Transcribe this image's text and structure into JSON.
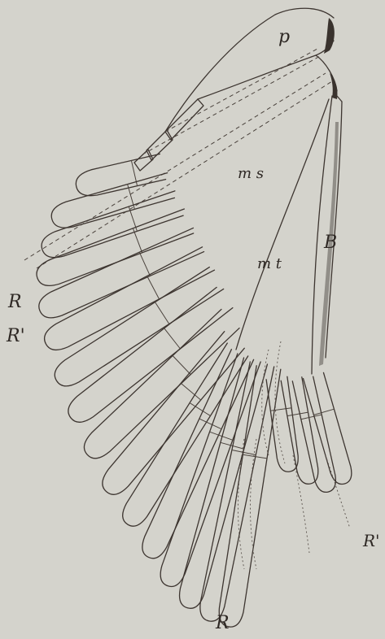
{
  "labels": {
    "p": "p",
    "ms": "m s",
    "B": "B",
    "mt": "m t",
    "R_left": "R",
    "R_prime_left": "R'",
    "R_prime_right": "R'",
    "R_bottom": "R"
  },
  "colors": {
    "background": "#d4d3cc",
    "ink": "#3d3530",
    "bone_shade": "#5a5550"
  }
}
